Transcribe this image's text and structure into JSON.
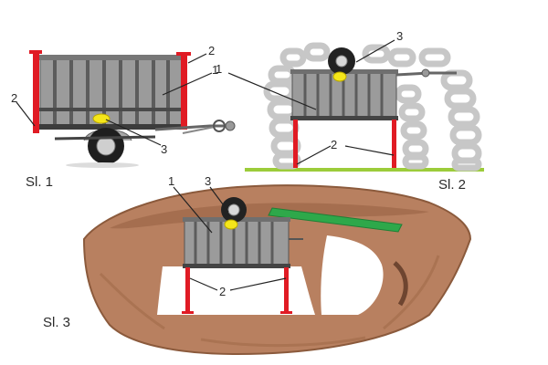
{
  "figures": [
    {
      "caption": "Sl. 1"
    },
    {
      "caption": "Sl. 2"
    },
    {
      "caption": "Sl. 3"
    }
  ],
  "callouts": {
    "fig1": [
      "2",
      "2",
      "1",
      "3"
    ],
    "fig2": [
      "3",
      "1",
      "2"
    ],
    "fig3": [
      "1",
      "3",
      "2"
    ]
  },
  "colors": {
    "frame": "#7d7d7d",
    "frame_dark": "#3c3c3c",
    "slat": "#9b9b9b",
    "post_red": "#e01b24",
    "pad_yellow": "#f5e61a",
    "tire_gray": "#c7c7c7",
    "ground_green": "#9ccc3a",
    "plank_green": "#2ea84a",
    "soil_brown": "#b88060",
    "soil_dark": "#8b5a3c"
  }
}
